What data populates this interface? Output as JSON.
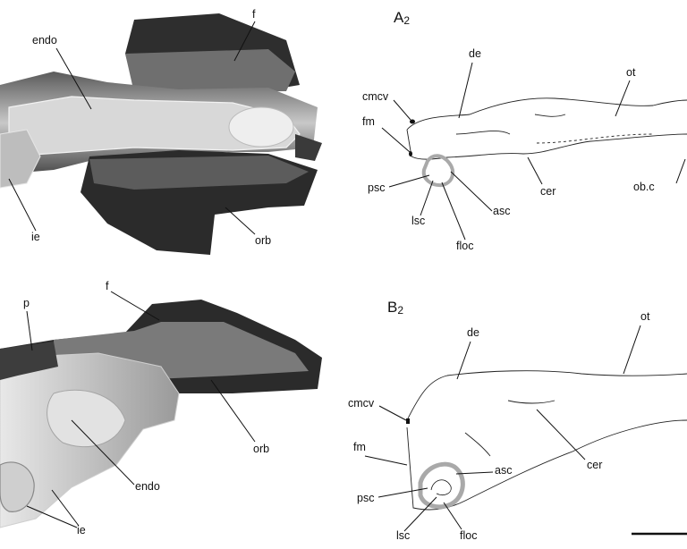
{
  "panels": {
    "A2": {
      "letter": "A",
      "sub": "2"
    },
    "B2": {
      "letter": "B",
      "sub": "2"
    }
  },
  "labels_A1": [
    "endo",
    "f",
    "ie",
    "orb"
  ],
  "labels_A2": [
    "de",
    "ot",
    "cmcv",
    "fm",
    "psc",
    "lsc",
    "floc",
    "asc",
    "cer",
    "ob.c"
  ],
  "labels_B1": [
    "p",
    "f",
    "endo",
    "orb",
    "ie"
  ],
  "labels_B2": [
    "de",
    "ot",
    "cmcv",
    "fm",
    "asc",
    "cer",
    "psc",
    "lsc",
    "floc"
  ],
  "colors": {
    "background": "#ffffff",
    "canal_gray": "#a9a9a9",
    "specimen_dark": "#2b2b2b",
    "specimen_mid": "#7a7a7a",
    "specimen_light": "#d9d9d9"
  }
}
